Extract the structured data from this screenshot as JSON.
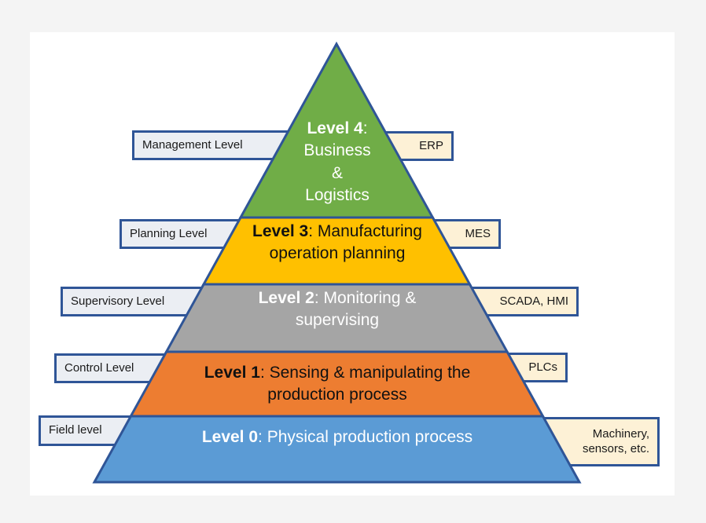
{
  "colors": {
    "background": "#f4f4f4",
    "panel": "#ffffff",
    "outline": "#2f5597",
    "level4": "#70ad47",
    "level3": "#ffc000",
    "level2": "#a5a5a5",
    "level1": "#ed7d31",
    "level0": "#5b9bd5",
    "left_box_fill": "#ebeef3",
    "right_box_fill": "#fdf1d6"
  },
  "pyramid": {
    "levels": [
      {
        "id": "level4",
        "name": "Level 4",
        "separator": ":",
        "lines": [
          "Business",
          "&",
          "Logistics"
        ],
        "left_label": "Management Level",
        "right_label": "ERP"
      },
      {
        "id": "level3",
        "name": "Level 3",
        "separator": ": Manufacturing",
        "lines": [
          "operation planning"
        ],
        "left_label": "Planning Level",
        "right_label": "MES"
      },
      {
        "id": "level2",
        "name": "Level 2",
        "separator": ": Monitoring &",
        "lines": [
          "supervising"
        ],
        "left_label": "Supervisory Level",
        "right_label": "SCADA, HMI"
      },
      {
        "id": "level1",
        "name": "Level 1",
        "separator": ": Sensing & manipulating the",
        "lines": [
          "production process"
        ],
        "left_label": "Control Level",
        "right_label": "PLCs"
      },
      {
        "id": "level0",
        "name": "Level 0",
        "separator": ": Physical production process",
        "lines": [],
        "left_label": "Field level",
        "right_label_lines": [
          "Machinery,",
          "sensors, etc."
        ]
      }
    ]
  }
}
